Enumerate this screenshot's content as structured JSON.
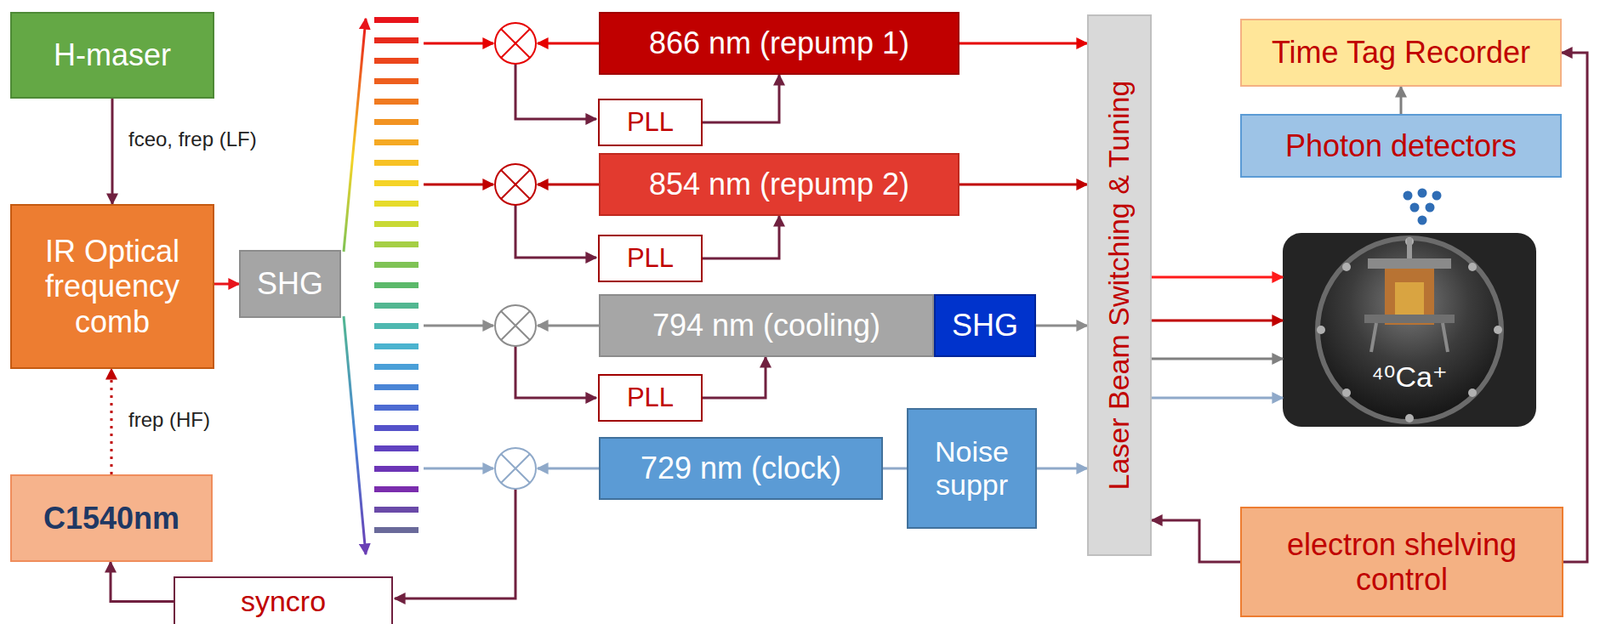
{
  "diagram": {
    "nodes": [
      {
        "text": [
          "H-maser"
        ]
      },
      {
        "text": [
          "IR Optical frequency comb"
        ]
      },
      {
        "text": [
          "SHG"
        ]
      },
      {
        "text": [
          "C1540nm"
        ]
      },
      {
        "text": [
          "866 nm (repump 1)"
        ]
      },
      {
        "text": [
          "PLL"
        ]
      },
      {
        "text": [
          "854 nm (repump 2)"
        ]
      },
      {
        "text": [
          "PLL"
        ]
      },
      {
        "text": [
          "794 nm (cooling)"
        ]
      },
      {
        "text": [
          "SHG"
        ]
      },
      {
        "text": [
          "PLL"
        ]
      },
      {
        "text": [
          "729 nm (clock)"
        ]
      },
      {
        "text": [
          "Noise suppr"
        ]
      },
      {
        "text": [
          "syncro"
        ]
      },
      {
        "text": [
          "Laser Beam Switching & Tuning"
        ]
      },
      {
        "text": [
          "Time Tag Recorder"
        ]
      },
      {
        "text": [
          "Photon detectors"
        ]
      },
      {
        "text": [
          "⁴⁰Ca⁺"
        ]
      },
      {
        "text": [
          "electron shelving control"
        ]
      }
    ],
    "edges": [
      {
        "from": 0,
        "to": 1,
        "label": "fceo, frep (LF)",
        "arrow": "to"
      },
      {
        "from": 1,
        "to": 2,
        "arrow": "to"
      },
      {
        "from": 3,
        "to": 1,
        "label": "frep (HF)",
        "arrow": "to"
      },
      {
        "from": 5,
        "to": 4,
        "arrow": "to"
      },
      {
        "from": 7,
        "to": 6,
        "arrow": "to"
      },
      {
        "from": 10,
        "to": 8,
        "arrow": "to"
      },
      {
        "from": 11,
        "to": 12,
        "arrow": "none"
      },
      {
        "from": 13,
        "to": 3,
        "arrow": "to"
      },
      {
        "from": 4,
        "to": 14,
        "arrow": "to"
      },
      {
        "from": 6,
        "to": 14,
        "arrow": "to"
      },
      {
        "from": 9,
        "to": 14,
        "arrow": "to"
      },
      {
        "from": 12,
        "to": 14,
        "arrow": "to"
      },
      {
        "from": 14,
        "to": 17,
        "arrow": "to"
      },
      {
        "from": 14,
        "to": 17,
        "arrow": "to"
      },
      {
        "from": 14,
        "to": 17,
        "arrow": "to"
      },
      {
        "from": 14,
        "to": 17,
        "arrow": "to"
      },
      {
        "from": 16,
        "to": 15,
        "arrow": "to"
      },
      {
        "from": 18,
        "to": 14,
        "arrow": "to"
      },
      {
        "from": 18,
        "to": 15,
        "arrow": "to"
      }
    ]
  }
}
